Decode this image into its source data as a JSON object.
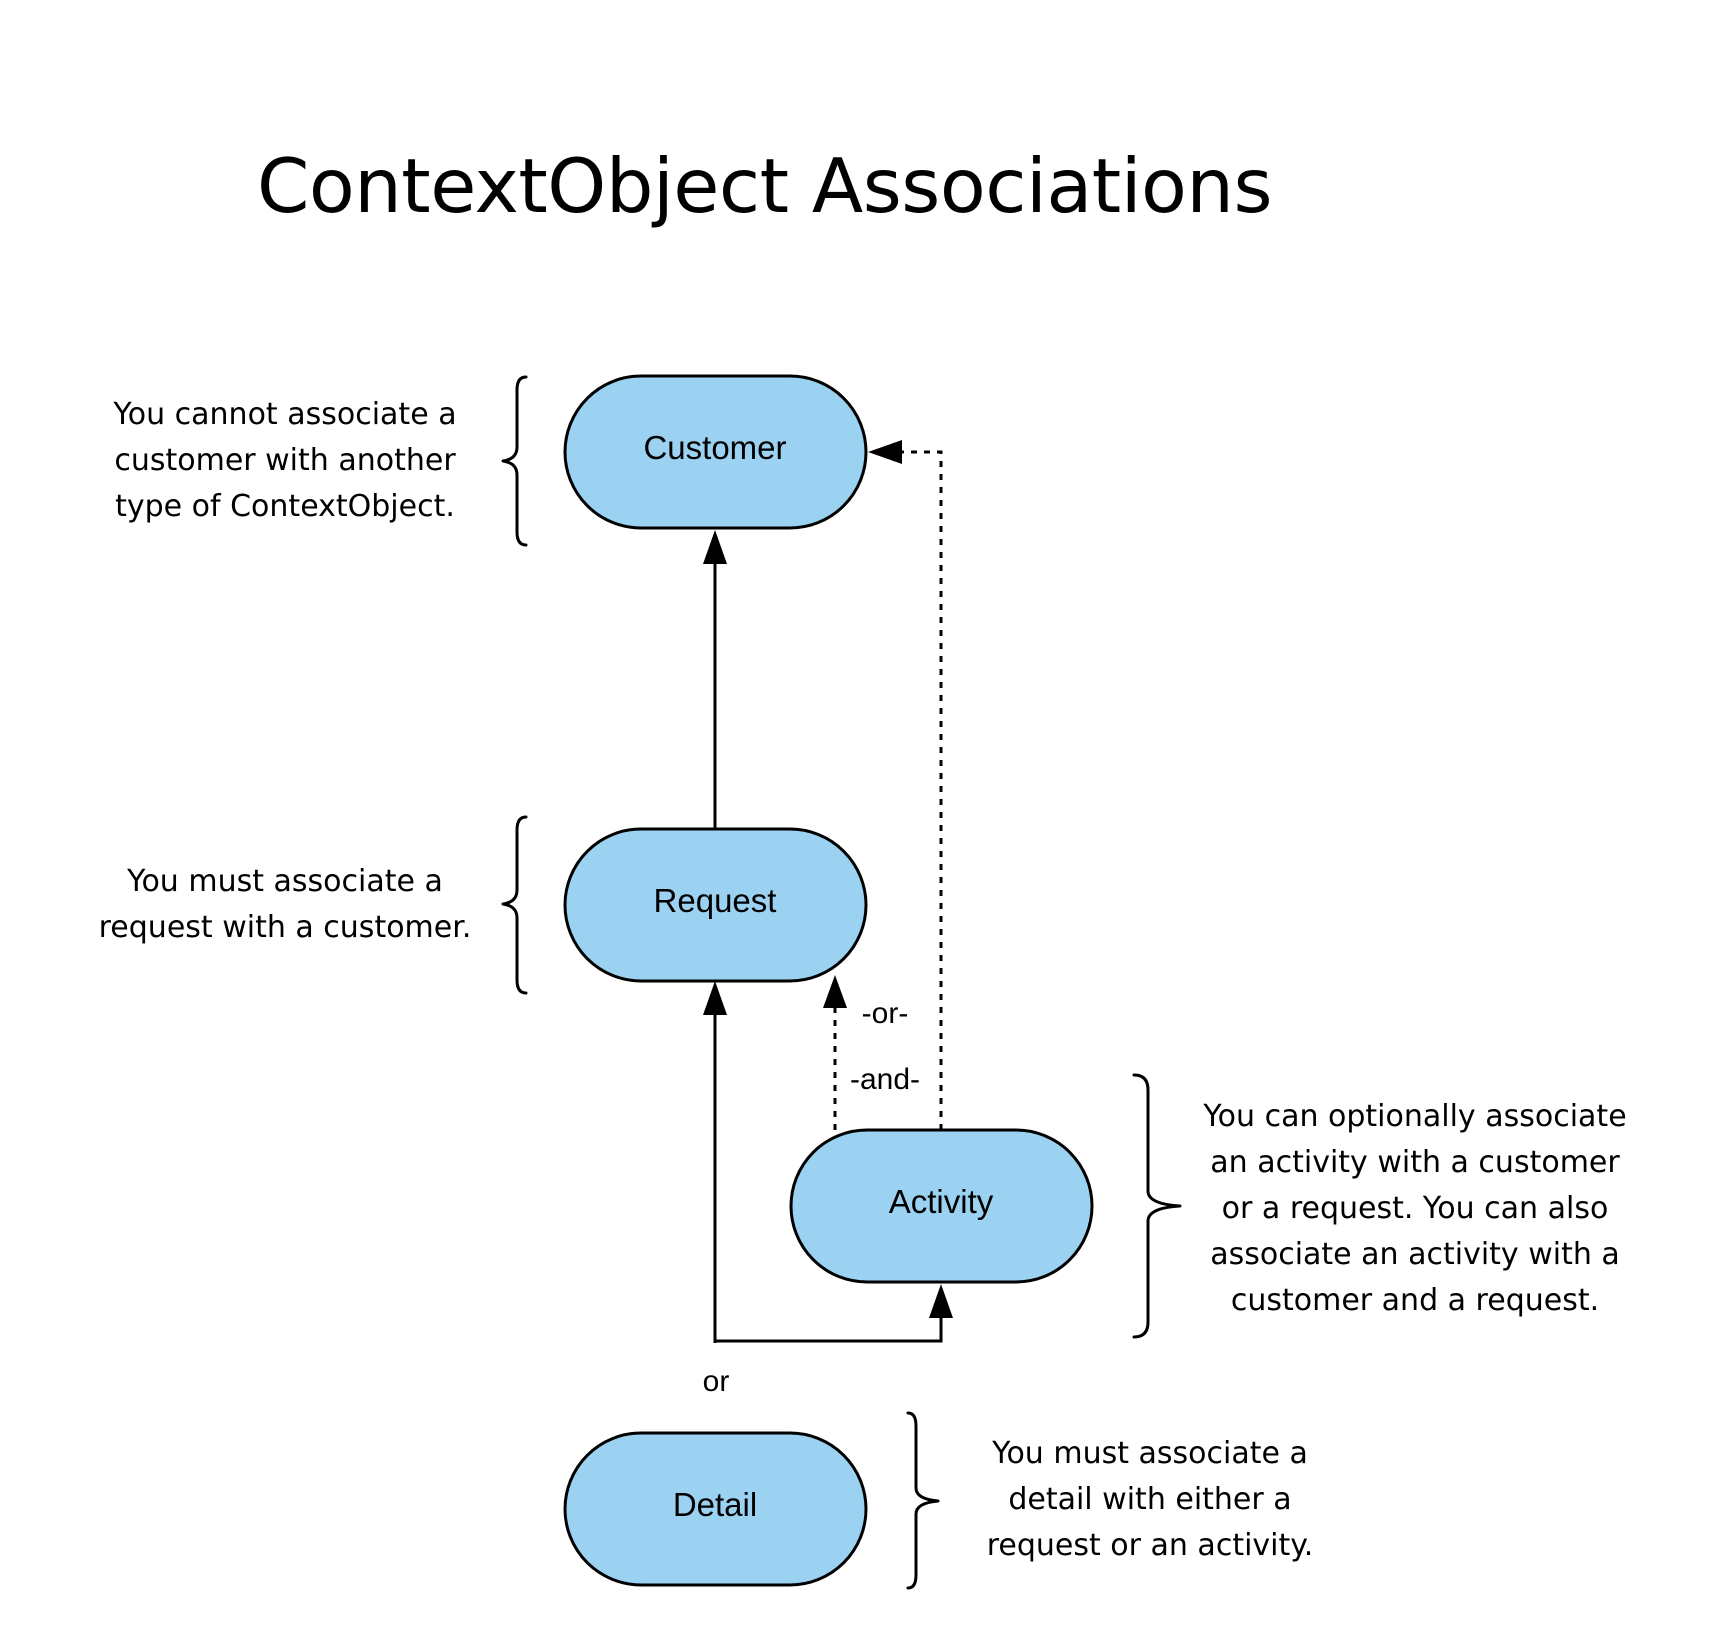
{
  "title": "ContextObject Associations",
  "nodes": {
    "customer": "Customer",
    "request": "Request",
    "activity": "Activity",
    "detail": "Detail"
  },
  "connector_labels": {
    "or_short": "-or-",
    "and_short": "-and-",
    "detail_or": "or"
  },
  "notes": {
    "customer": "You cannot associate a\ncustomer with another\ntype of ContextObject.",
    "request": "You must associate a\nrequest with a customer.",
    "activity": "You can optionally associate\nan activity with a customer\nor a request. You can also\nassociate an activity with a\ncustomer and a request.",
    "detail": "You must associate a\ndetail with either a\nrequest or an activity."
  },
  "colors": {
    "node_fill": "#9bd1f1",
    "stroke": "#000000",
    "background": "#ffffff"
  }
}
